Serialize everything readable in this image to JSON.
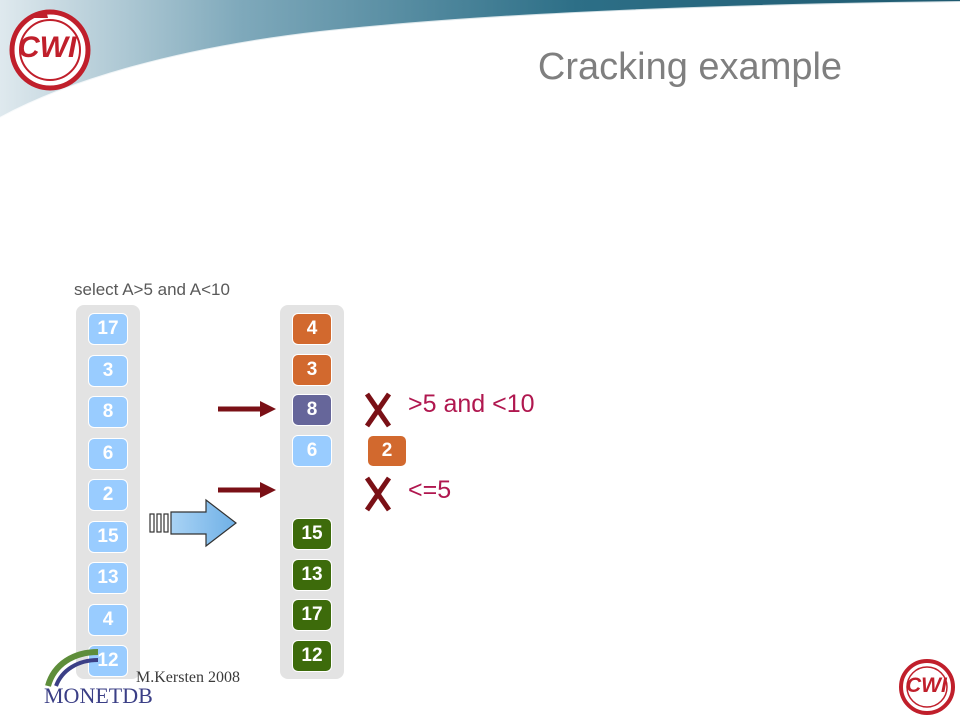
{
  "slide": {
    "title": "Cracking example",
    "query": "select A>5  and A<10",
    "footer": "M.Kersten 2008",
    "logos": {
      "top_left": "CWI",
      "bottom_right": "CWI",
      "bottom_left": "MONETDB"
    }
  },
  "original_column": [
    "17",
    "3",
    "8",
    "6",
    "2",
    "15",
    "13",
    "4",
    "12"
  ],
  "cracked_column": [
    {
      "value": "4",
      "group": "orange"
    },
    {
      "value": "3",
      "group": "orange"
    },
    {
      "value": "8",
      "group": "purple"
    },
    {
      "value": "6",
      "group": "blue"
    },
    {
      "value": "15",
      "group": "green"
    },
    {
      "value": "13",
      "group": "green"
    },
    {
      "value": "17",
      "group": "green"
    },
    {
      "value": "12",
      "group": "green"
    }
  ],
  "displaced_value": {
    "value": "2",
    "group": "orange"
  },
  "conditions": {
    "upper": ">5 and <10",
    "lower": "<=5"
  },
  "icons": [
    "cwi-logo",
    "monetdb-logo",
    "arrow-right-icon",
    "cross-icon",
    "fat-arrow-icon"
  ],
  "colors": {
    "title": "#7f7f7f",
    "blue": "#99ccff",
    "orange": "#d2692e",
    "purple": "#66669a",
    "green": "#3d6b0b",
    "condition_text": "#b0174f",
    "arrow": "#7a1016",
    "cross": "#7a1016",
    "header_band": "#2d6f87"
  }
}
